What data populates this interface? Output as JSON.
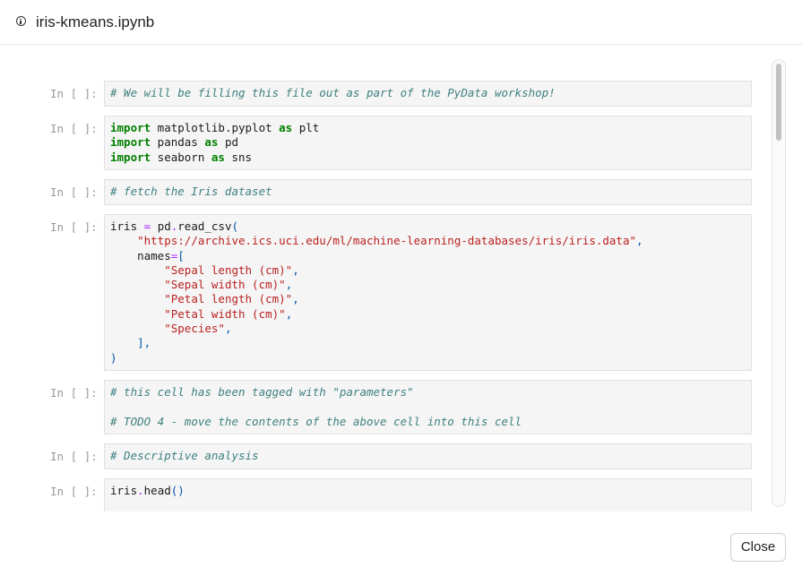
{
  "window": {
    "title": "iris-kmeans.ipynb"
  },
  "cells": [
    {
      "prompt": "In [ ]:",
      "code": "# We will be filling this file out as part of the PyData workshop!"
    },
    {
      "prompt": "In [ ]:",
      "code": "import matplotlib.pyplot as plt\nimport pandas as pd\nimport seaborn as sns"
    },
    {
      "prompt": "In [ ]:",
      "code": "# fetch the Iris dataset"
    },
    {
      "prompt": "In [ ]:",
      "code": "iris = pd.read_csv(\n    \"https://archive.ics.uci.edu/ml/machine-learning-databases/iris/iris.data\",\n    names=[\n        \"Sepal length (cm)\",\n        \"Sepal width (cm)\",\n        \"Petal length (cm)\",\n        \"Petal width (cm)\",\n        \"Species\",\n    ],\n)"
    },
    {
      "prompt": "In [ ]:",
      "code": "# this cell has been tagged with \"parameters\"\n\n# TODO 4 - move the contents of the above cell into this cell"
    },
    {
      "prompt": "In [ ]:",
      "code": "# Descriptive analysis"
    },
    {
      "prompt": "In [ ]:",
      "code": "iris.head()"
    }
  ],
  "footer": {
    "close_label": "Close"
  }
}
